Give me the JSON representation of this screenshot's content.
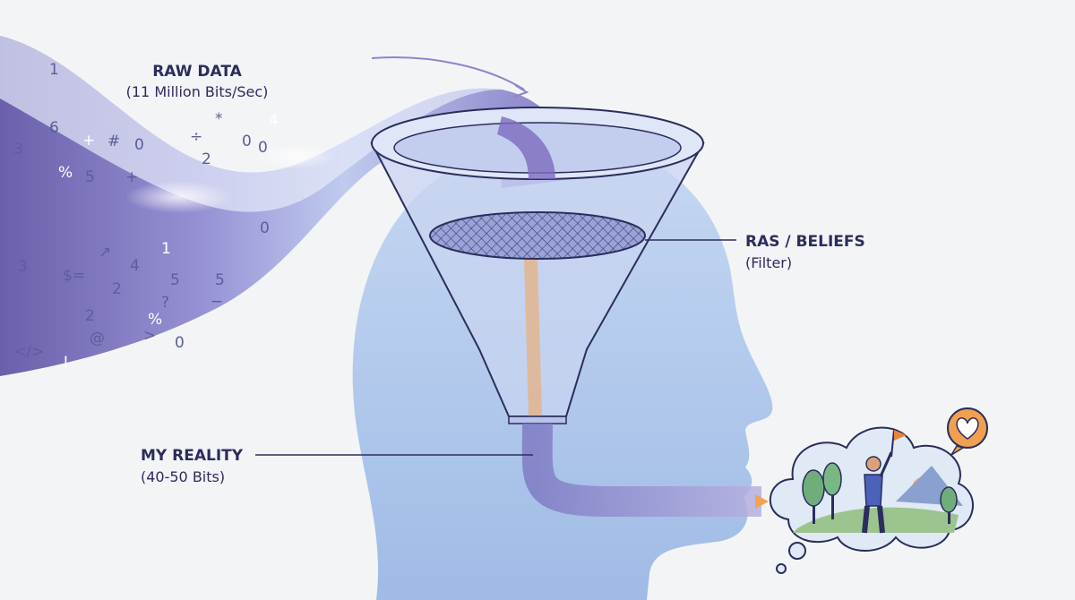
{
  "labels": {
    "raw_data": {
      "title": "RAW DATA",
      "subtitle": "(11 Million Bits/Sec)"
    },
    "filter": {
      "title": "RAS / BELIEFS",
      "subtitle": "(Filter)"
    },
    "reality": {
      "title": "MY REALITY",
      "subtitle": "(40-50 Bits)"
    }
  },
  "stream_symbols": [
    "1",
    "6",
    "3",
    "+",
    "#",
    "0",
    "÷",
    "*",
    "%",
    "5",
    "+",
    "2",
    "0",
    "4",
    "$=",
    "↗",
    "2",
    "4",
    "1",
    "5",
    "3",
    "?",
    "2",
    "%",
    "0",
    "@",
    ">",
    "</>",
    "!",
    "−",
    "0",
    "0",
    "5"
  ],
  "icons": [
    "funnel-icon",
    "mesh-filter-icon",
    "head-silhouette-icon",
    "thought-cloud-icon",
    "person-with-flag-icon",
    "heart-bubble-icon",
    "tree-icon",
    "sun-icon"
  ],
  "colors": {
    "background": "#f3f4f6",
    "head": "#b7cdee",
    "stream": "#6b64b0",
    "accent_orange": "#f0a050",
    "text": "#2b2d5c"
  }
}
